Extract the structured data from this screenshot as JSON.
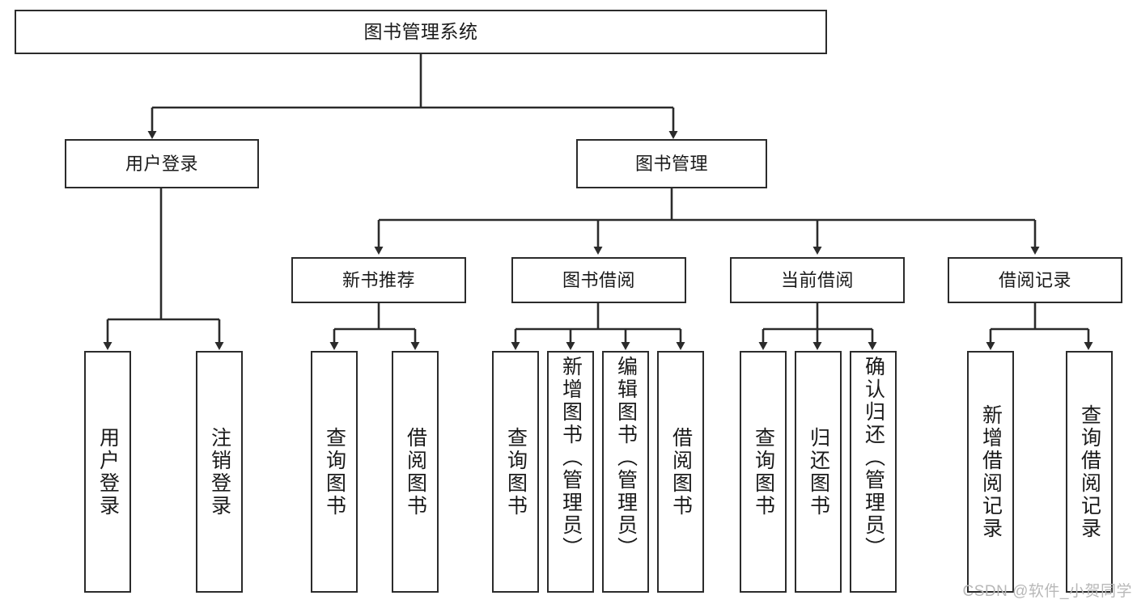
{
  "diagram": {
    "title": "图书管理系统",
    "type": "function-tree",
    "root": {
      "label": "图书管理系统"
    },
    "level2": [
      {
        "label": "用户登录"
      },
      {
        "label": "图书管理"
      }
    ],
    "level3": [
      {
        "label": "新书推荐"
      },
      {
        "label": "图书借阅"
      },
      {
        "label": "当前借阅"
      },
      {
        "label": "借阅记录"
      }
    ],
    "leaves": [
      {
        "label": "用户登录",
        "parent": "用户登录",
        "long": false
      },
      {
        "label": "注销登录",
        "parent": "用户登录",
        "long": false
      },
      {
        "label": "查询图书",
        "parent": "新书推荐",
        "long": false
      },
      {
        "label": "借阅图书",
        "parent": "新书推荐",
        "long": false
      },
      {
        "label": "查询图书",
        "parent": "图书借阅",
        "long": false
      },
      {
        "label": "新增图书（管理员）",
        "parent": "图书借阅",
        "long": true
      },
      {
        "label": "编辑图书（管理员）",
        "parent": "图书借阅",
        "long": true
      },
      {
        "label": "借阅图书",
        "parent": "图书借阅",
        "long": false
      },
      {
        "label": "查询图书",
        "parent": "当前借阅",
        "long": false
      },
      {
        "label": "归还图书",
        "parent": "当前借阅",
        "long": false
      },
      {
        "label": "确认归还（管理员）",
        "parent": "当前借阅",
        "long": true
      },
      {
        "label": "新增借阅记录",
        "parent": "借阅记录",
        "long": false
      },
      {
        "label": "查询借阅记录",
        "parent": "借阅记录",
        "long": false
      }
    ]
  },
  "watermark": {
    "text": "CSDN @软件_小贺同学"
  },
  "colors": {
    "stroke": "#2b2b2b",
    "fill": "#ffffff",
    "text": "#1a1a1a",
    "watermark": "#b8b8b8"
  }
}
